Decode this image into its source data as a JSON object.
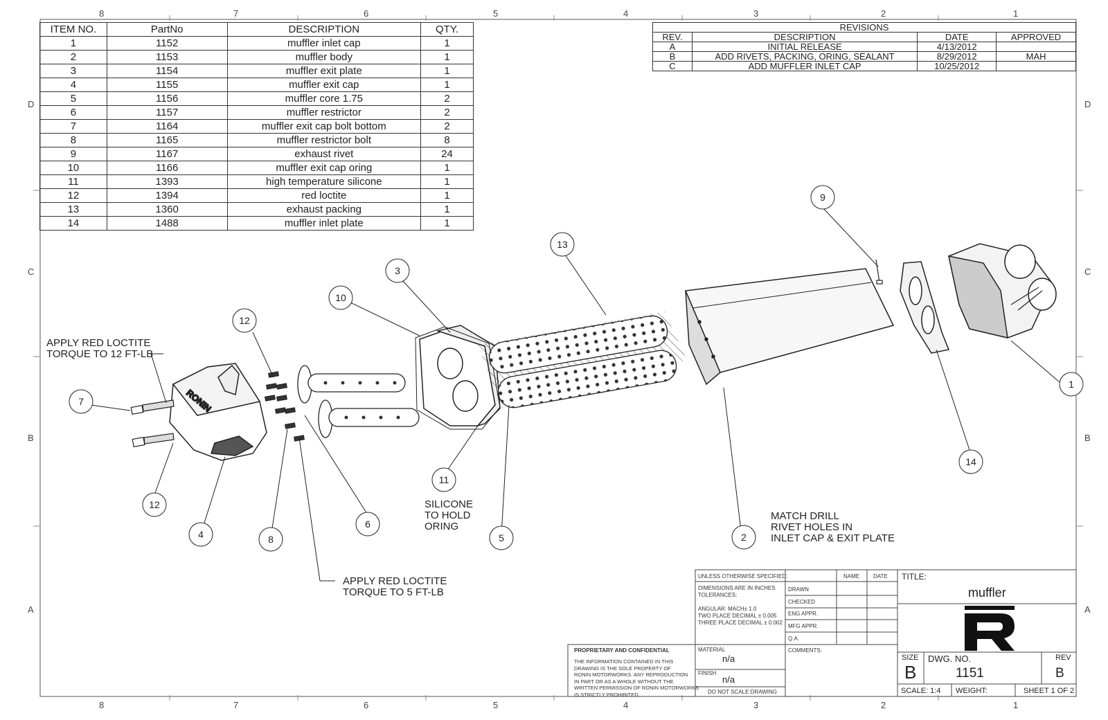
{
  "zones": {
    "cols_top": [
      "8",
      "7",
      "6",
      "5",
      "4",
      "3",
      "2",
      "1"
    ],
    "rows": [
      "D",
      "C",
      "B",
      "A"
    ]
  },
  "bom": {
    "headers": [
      "ITEM NO.",
      "PartNo",
      "DESCRIPTION",
      "QTY."
    ],
    "rows": [
      [
        "1",
        "1152",
        "muffler inlet cap",
        "1"
      ],
      [
        "2",
        "1153",
        "muffler body",
        "1"
      ],
      [
        "3",
        "1154",
        "muffler exit plate",
        "1"
      ],
      [
        "4",
        "1155",
        "muffler exit cap",
        "1"
      ],
      [
        "5",
        "1156",
        "muffler core 1.75",
        "2"
      ],
      [
        "6",
        "1157",
        "muffler restrictor",
        "2"
      ],
      [
        "7",
        "1164",
        "muffler exit cap bolt bottom",
        "2"
      ],
      [
        "8",
        "1165",
        "muffler restrictor bolt",
        "8"
      ],
      [
        "9",
        "1167",
        "exhaust rivet",
        "24"
      ],
      [
        "10",
        "1166",
        "muffler exit cap oring",
        "1"
      ],
      [
        "11",
        "1393",
        "high temperature silicone",
        "1"
      ],
      [
        "12",
        "1394",
        "red loctite",
        "1"
      ],
      [
        "13",
        "1360",
        "exhaust packing",
        "1"
      ],
      [
        "14",
        "1488",
        "muffler inlet plate",
        "1"
      ]
    ]
  },
  "revisions": {
    "title": "REVISIONS",
    "headers": [
      "REV.",
      "DESCRIPTION",
      "DATE",
      "APPROVED"
    ],
    "rows": [
      [
        "A",
        "INITIAL RELEASE",
        "4/13/2012",
        ""
      ],
      [
        "B",
        "ADD RIVETS, PACKING, ORING, SEALANT",
        "8/29/2012",
        "MAH"
      ],
      [
        "C",
        "ADD MUFFLER INLET CAP",
        "10/25/2012",
        ""
      ]
    ]
  },
  "notes": {
    "loctite12_l1": "APPLY RED LOCTITE",
    "loctite12_l2": "TORQUE TO 12 FT-LB",
    "loctite5_l1": "APPLY RED LOCTITE",
    "loctite5_l2": "TORQUE TO 5 FT-LB",
    "silicone_l1": "SILICONE",
    "silicone_l2": "TO HOLD",
    "silicone_l3": "ORING",
    "drill_l1": "MATCH DRILL",
    "drill_l2": "RIVET HOLES IN",
    "drill_l3": "INLET CAP & EXIT PLATE"
  },
  "balloons": [
    "1",
    "2",
    "3",
    "4",
    "5",
    "6",
    "7",
    "8",
    "9",
    "10",
    "11",
    "12",
    "12",
    "13",
    "14"
  ],
  "title_block": {
    "unless": "UNLESS OTHERWISE SPECIFIED:",
    "name": "NAME",
    "date": "DATE",
    "title_label": "TITLE:",
    "dims1": "DIMENSIONS ARE IN INCHES",
    "dims2": "TOLERANCES:",
    "angular": "ANGULAR: MACH± 1.0",
    "two_place": "TWO PLACE DECIMAL    ± 0.005",
    "three_place": "THREE PLACE DECIMAL   ± 0.002",
    "drawn": "DRAWN",
    "checked": "CHECKED",
    "eng": "ENG APPR.",
    "mfg": "MFG APPR.",
    "qa": "Q.A.",
    "comments": "COMMENTS:",
    "material_label": "MATERIAL",
    "material": "n/a",
    "finish_label": "FINISH",
    "finish": "n/a",
    "no_scale": "DO NOT SCALE DRAWING",
    "proprietary": "PROPRIETARY AND CONFIDENTIAL",
    "prop_text": [
      "THE INFORMATION CONTAINED IN THIS",
      "DRAWING IS THE SOLE PROPERTY OF",
      "RONIN MOTORWORKS.  ANY REPRODUCTION",
      "IN PART OR AS A WHOLE WITHOUT THE",
      "WRITTEN PERMISSION OF RONIN MOTORWORKS",
      "IS STRICTLY PROHIBITED."
    ],
    "title": "muffler",
    "size_label": "SIZE",
    "size": "B",
    "dwg_label": "DWG.  NO.",
    "dwg": "1151",
    "rev_label": "REV",
    "rev": "B",
    "scale": "SCALE: 1:4",
    "weight": "WEIGHT:",
    "sheet": "SHEET 1 OF 2"
  },
  "logo_text": "RONIN"
}
